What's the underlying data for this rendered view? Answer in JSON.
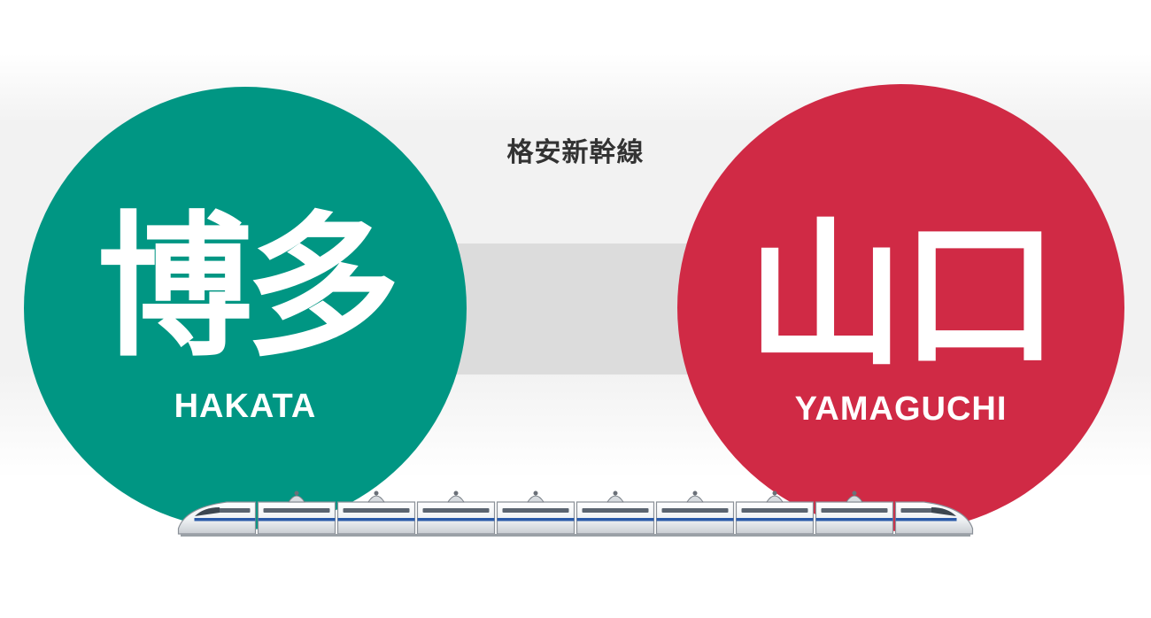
{
  "service_label": "格安新幹線",
  "origin": {
    "kanji": "博多",
    "romaji": "HAKATA",
    "color": "#009683"
  },
  "destination": {
    "kanji": "山口",
    "romaji": "YAMAGUCHI",
    "color": "#d02a45"
  },
  "colors": {
    "connector": "#dcdcdc",
    "train_body": "#f4f6f8",
    "train_stripe": "#2a5aa8"
  },
  "train": {
    "car_count": 10
  }
}
